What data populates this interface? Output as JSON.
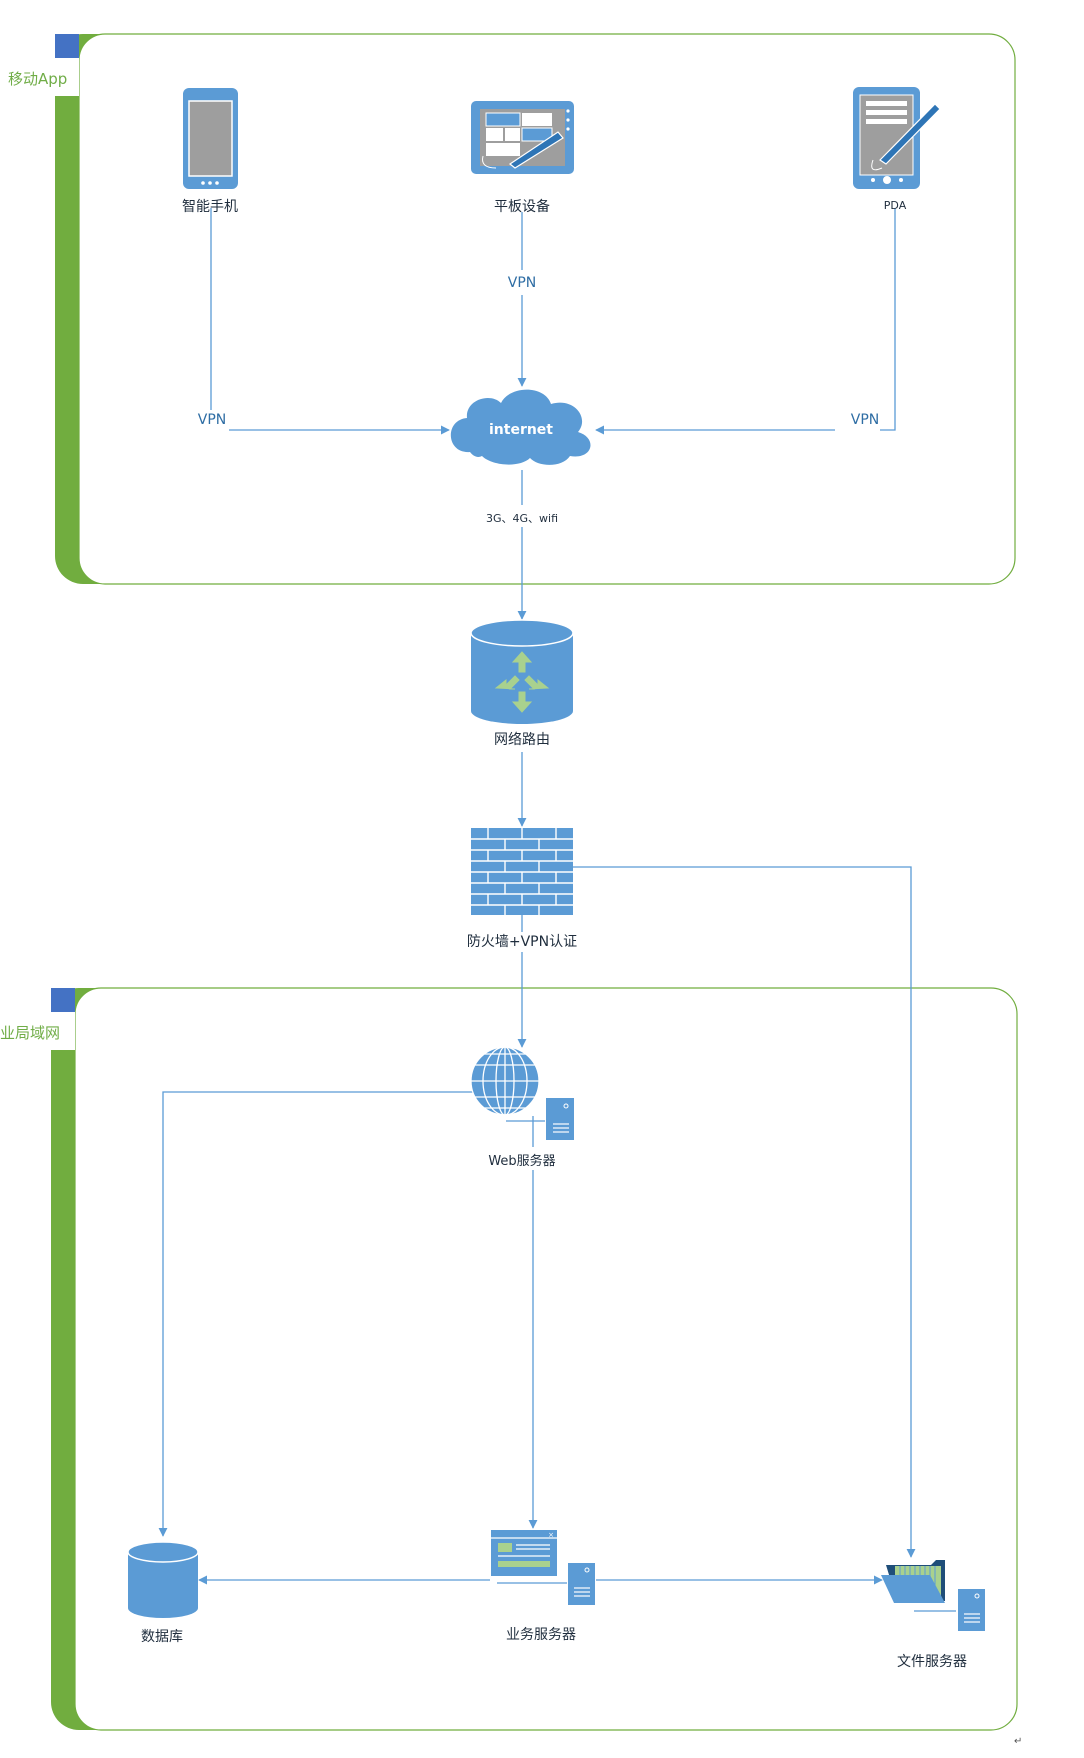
{
  "colors": {
    "accent_green": "#71AD3F",
    "tab_blue": "#4472C4",
    "icon_blue": "#5B9BD5",
    "line_blue": "#5B9BD5",
    "label_green": "#70AD47"
  },
  "groups": {
    "mobile": {
      "title": "移动App"
    },
    "lan": {
      "title": "业局域网"
    }
  },
  "nodes": {
    "smartphone": {
      "label": "智能手机",
      "icon": "smartphone-icon"
    },
    "tablet": {
      "label": "平板设备",
      "icon": "tablet-icon"
    },
    "pda": {
      "label": "PDA",
      "icon": "pda-icon"
    },
    "internet": {
      "label": "internet",
      "icon": "cloud-icon"
    },
    "router": {
      "label": "网络路由",
      "icon": "router-icon"
    },
    "firewall": {
      "label": "防火墙+VPN认证",
      "icon": "firewall-icon"
    },
    "web_server": {
      "label": "Web服务器",
      "icon": "globe-server-icon"
    },
    "database": {
      "label": "数据库",
      "icon": "database-icon"
    },
    "business_server": {
      "label": "业务服务器",
      "icon": "app-server-icon"
    },
    "file_server": {
      "label": "文件服务器",
      "icon": "folder-server-icon"
    }
  },
  "edges": {
    "vpn_tablet": "VPN",
    "vpn_phone": "VPN",
    "vpn_pda": "VPN",
    "network": "3G、4G、wifi"
  },
  "misc": {
    "return_mark": "↵"
  }
}
